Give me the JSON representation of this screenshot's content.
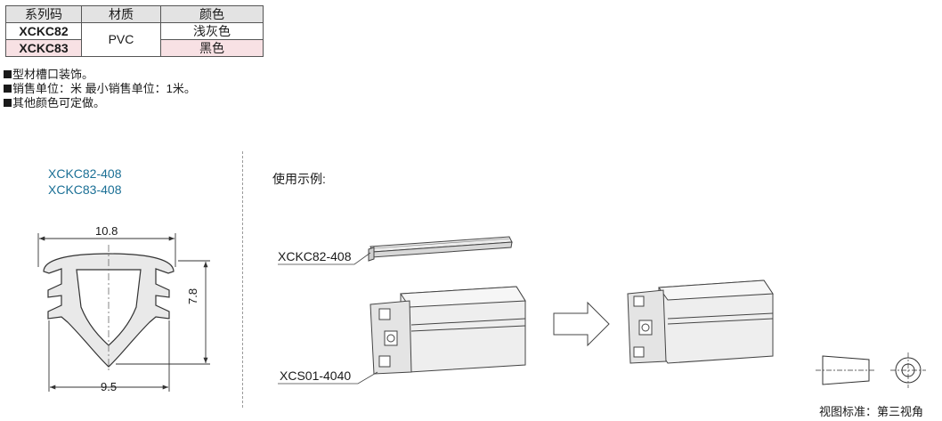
{
  "table": {
    "headers": [
      "系列码",
      "材质",
      "颜色"
    ],
    "rows": [
      {
        "code": "XCKC82",
        "material": "PVC",
        "color": "浅灰色"
      },
      {
        "code": "XCKC83",
        "material": "PVC",
        "color": "黑色"
      }
    ],
    "highlight_color": "#f8e1e4"
  },
  "notes": [
    "型材槽口装饰。",
    "销售单位：米 最小销售单位：1米。",
    "其他颜色可定做。"
  ],
  "drawing": {
    "models": [
      "XCKC82-408",
      "XCKC83-408"
    ],
    "dims": {
      "top_width": "10.8",
      "height": "7.8",
      "bottom_width": "9.5"
    }
  },
  "example": {
    "title": "使用示例:",
    "label_strip": "XCKC82-408",
    "label_profile": "XCS01-4040"
  },
  "view_standard": "视图标准：第三视角",
  "colors": {
    "model_text": "#1a6f95",
    "header_bg": "#e3e3e3"
  }
}
